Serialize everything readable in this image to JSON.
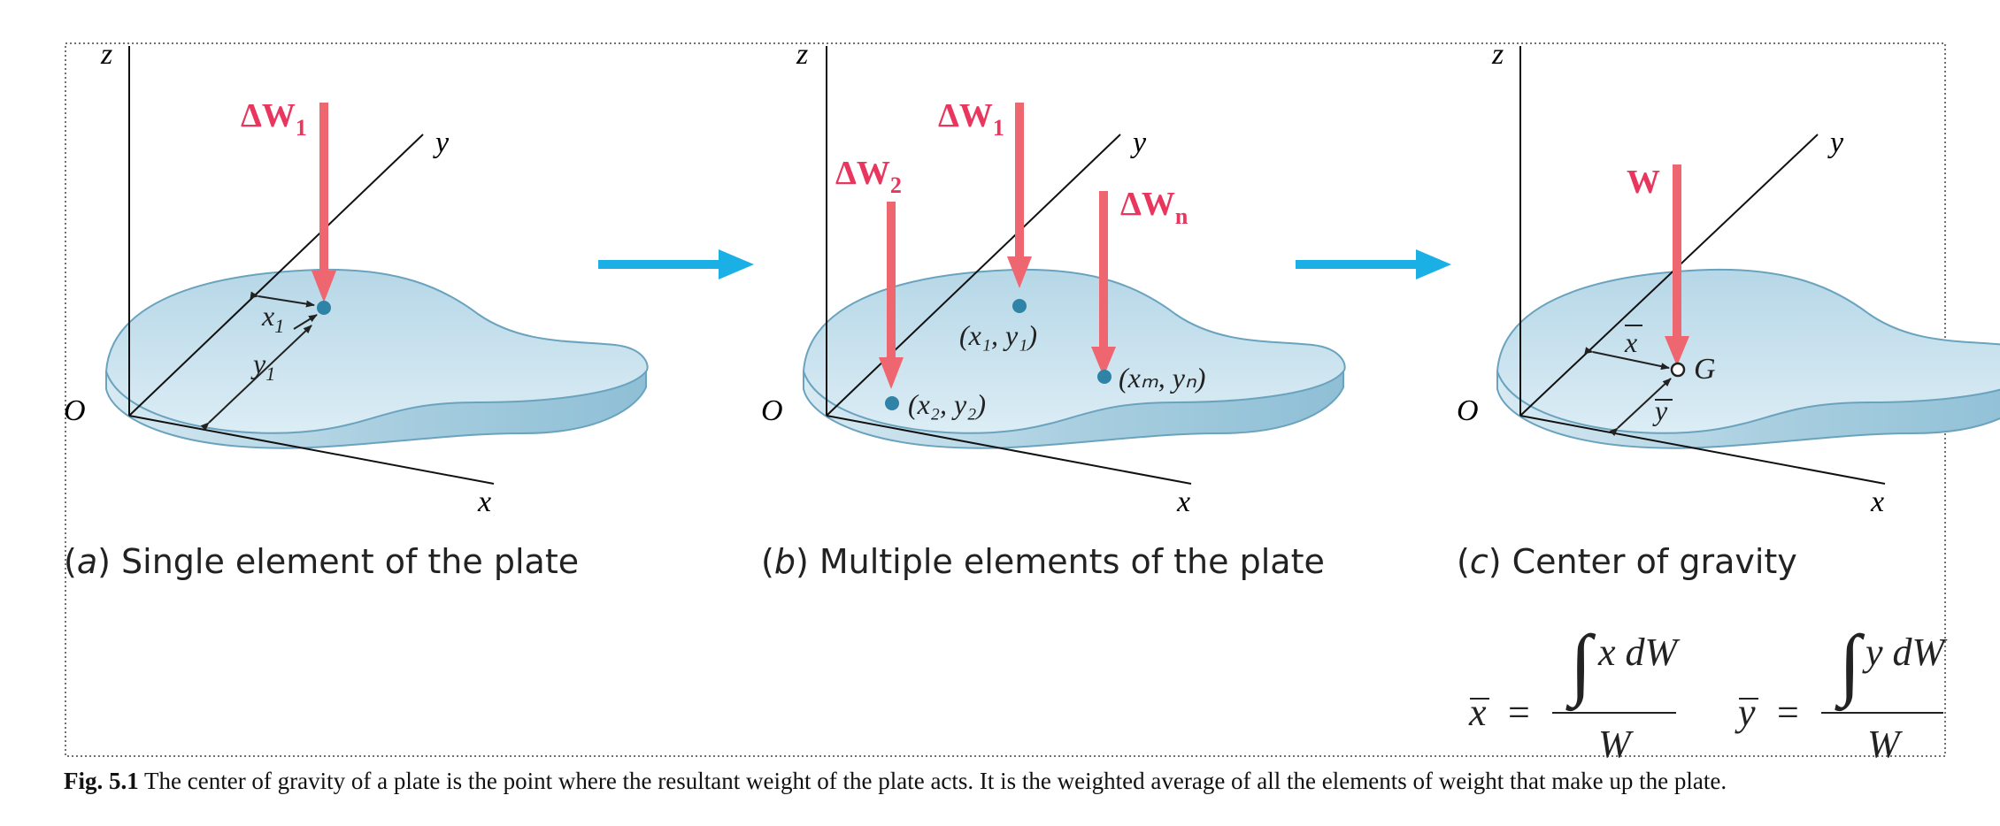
{
  "axes": {
    "x": "x",
    "y": "y",
    "z": "z",
    "origin": "O"
  },
  "panel_a": {
    "force": "ΔW",
    "force_sub": "1",
    "x_label": "x",
    "x_sub": "1",
    "y_label": "y",
    "y_sub": "1",
    "caption_letter": "a",
    "caption_text": "Single element of the plate"
  },
  "panel_b": {
    "force_1": "ΔW",
    "force_1_sub": "1",
    "force_2": "ΔW",
    "force_2_sub": "2",
    "force_n": "ΔW",
    "force_n_sub": "n",
    "pt1": "(x₁, y₁)",
    "pt2": "(x₂, y₂)",
    "ptm": "(xₘ, yₙ)",
    "caption_letter": "b",
    "caption_text": "Multiple elements of the plate"
  },
  "panel_c": {
    "force": "W",
    "point": "G",
    "xbar": "x",
    "ybar": "y",
    "caption_letter": "c",
    "caption_text": "Center of gravity"
  },
  "formulas": {
    "xbar_lhs": "x",
    "xbar_num": "x dW",
    "xbar_den": "W",
    "ybar_lhs": "y",
    "ybar_num": "y dW",
    "ybar_den": "W",
    "equals": "="
  },
  "figure_caption": {
    "label": "Fig. 5.1",
    "text": "The center of gravity of a plate is the point where the resultant weight of the plate acts. It is the weighted average of all the elements of weight that make up the plate."
  },
  "colors": {
    "arrow_red": "#ee6670",
    "arrow_blue": "#1ab0e6",
    "label_red": "#e8365e",
    "plate_top": "#c5dfec",
    "plate_side": "#9ec6d8",
    "plate_edge": "#6aa3be",
    "dot": "#2e83a6"
  }
}
